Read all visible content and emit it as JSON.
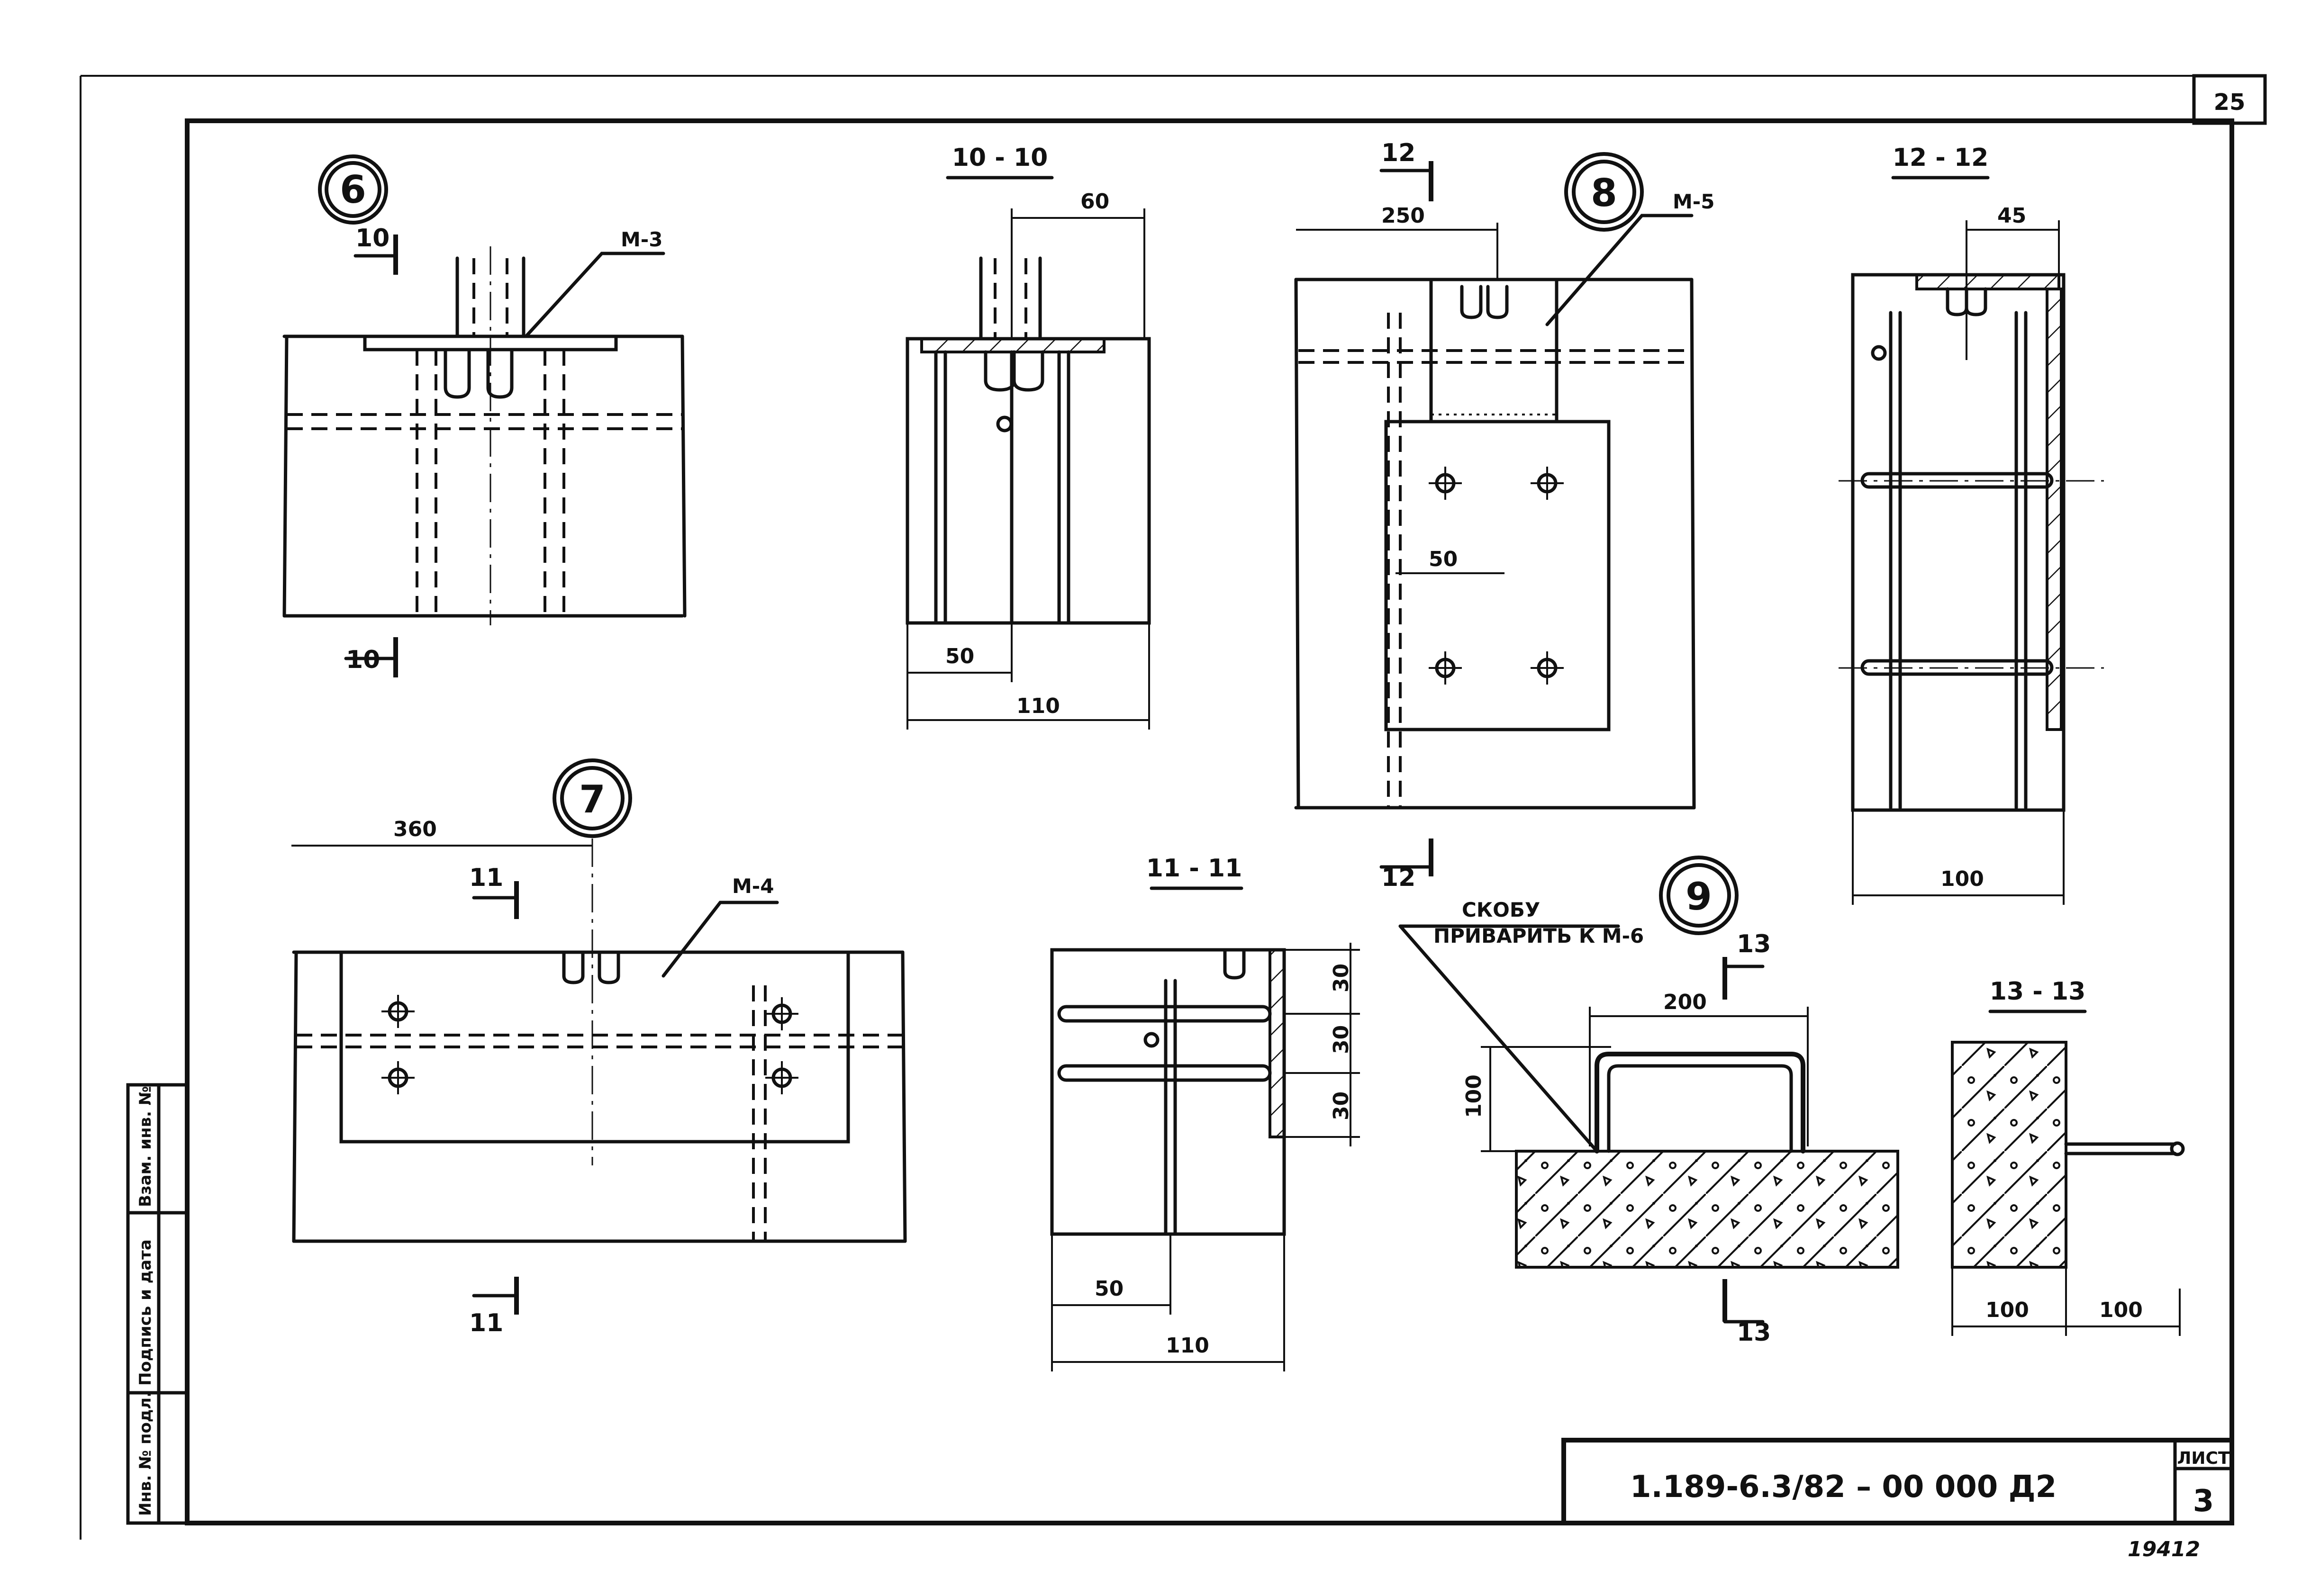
{
  "sheet": {
    "page_number": "25",
    "doc_code": "1.189-6.3/82 – 00 000 Д2",
    "sheet_label": "ЛИСТ",
    "sheet_number": "3",
    "inventory_stamp": "19412",
    "side_stamp": [
      "Инв. № подл.",
      "Подпись и дата",
      "Взам. инв. №"
    ]
  },
  "nodes": {
    "n6": {
      "number": "6",
      "section": "10",
      "embed": "М-3"
    },
    "n7": {
      "number": "7",
      "section": "11",
      "embed": "М-4",
      "dim_360": "360"
    },
    "n8": {
      "number": "8",
      "section": "12",
      "embed": "М-5",
      "dim_250": "250",
      "dim_50": "50"
    },
    "n9": {
      "number": "9",
      "section": "13",
      "note_1": "СКОБУ",
      "note_2": "ПРИВАРИТЬ К М-6",
      "dim_200": "200",
      "dim_100": "100"
    }
  },
  "sections": {
    "s10": {
      "title": "10 - 10",
      "d60": "60",
      "d50": "50",
      "d110": "110"
    },
    "s11": {
      "title": "11 - 11",
      "d30a": "30",
      "d30b": "30",
      "d30c": "30",
      "d50": "50",
      "d110": "110"
    },
    "s12": {
      "title": "12 - 12",
      "d45": "45",
      "d100": "100"
    },
    "s13": {
      "title": "13 - 13",
      "d100a": "100",
      "d100b": "100"
    }
  }
}
